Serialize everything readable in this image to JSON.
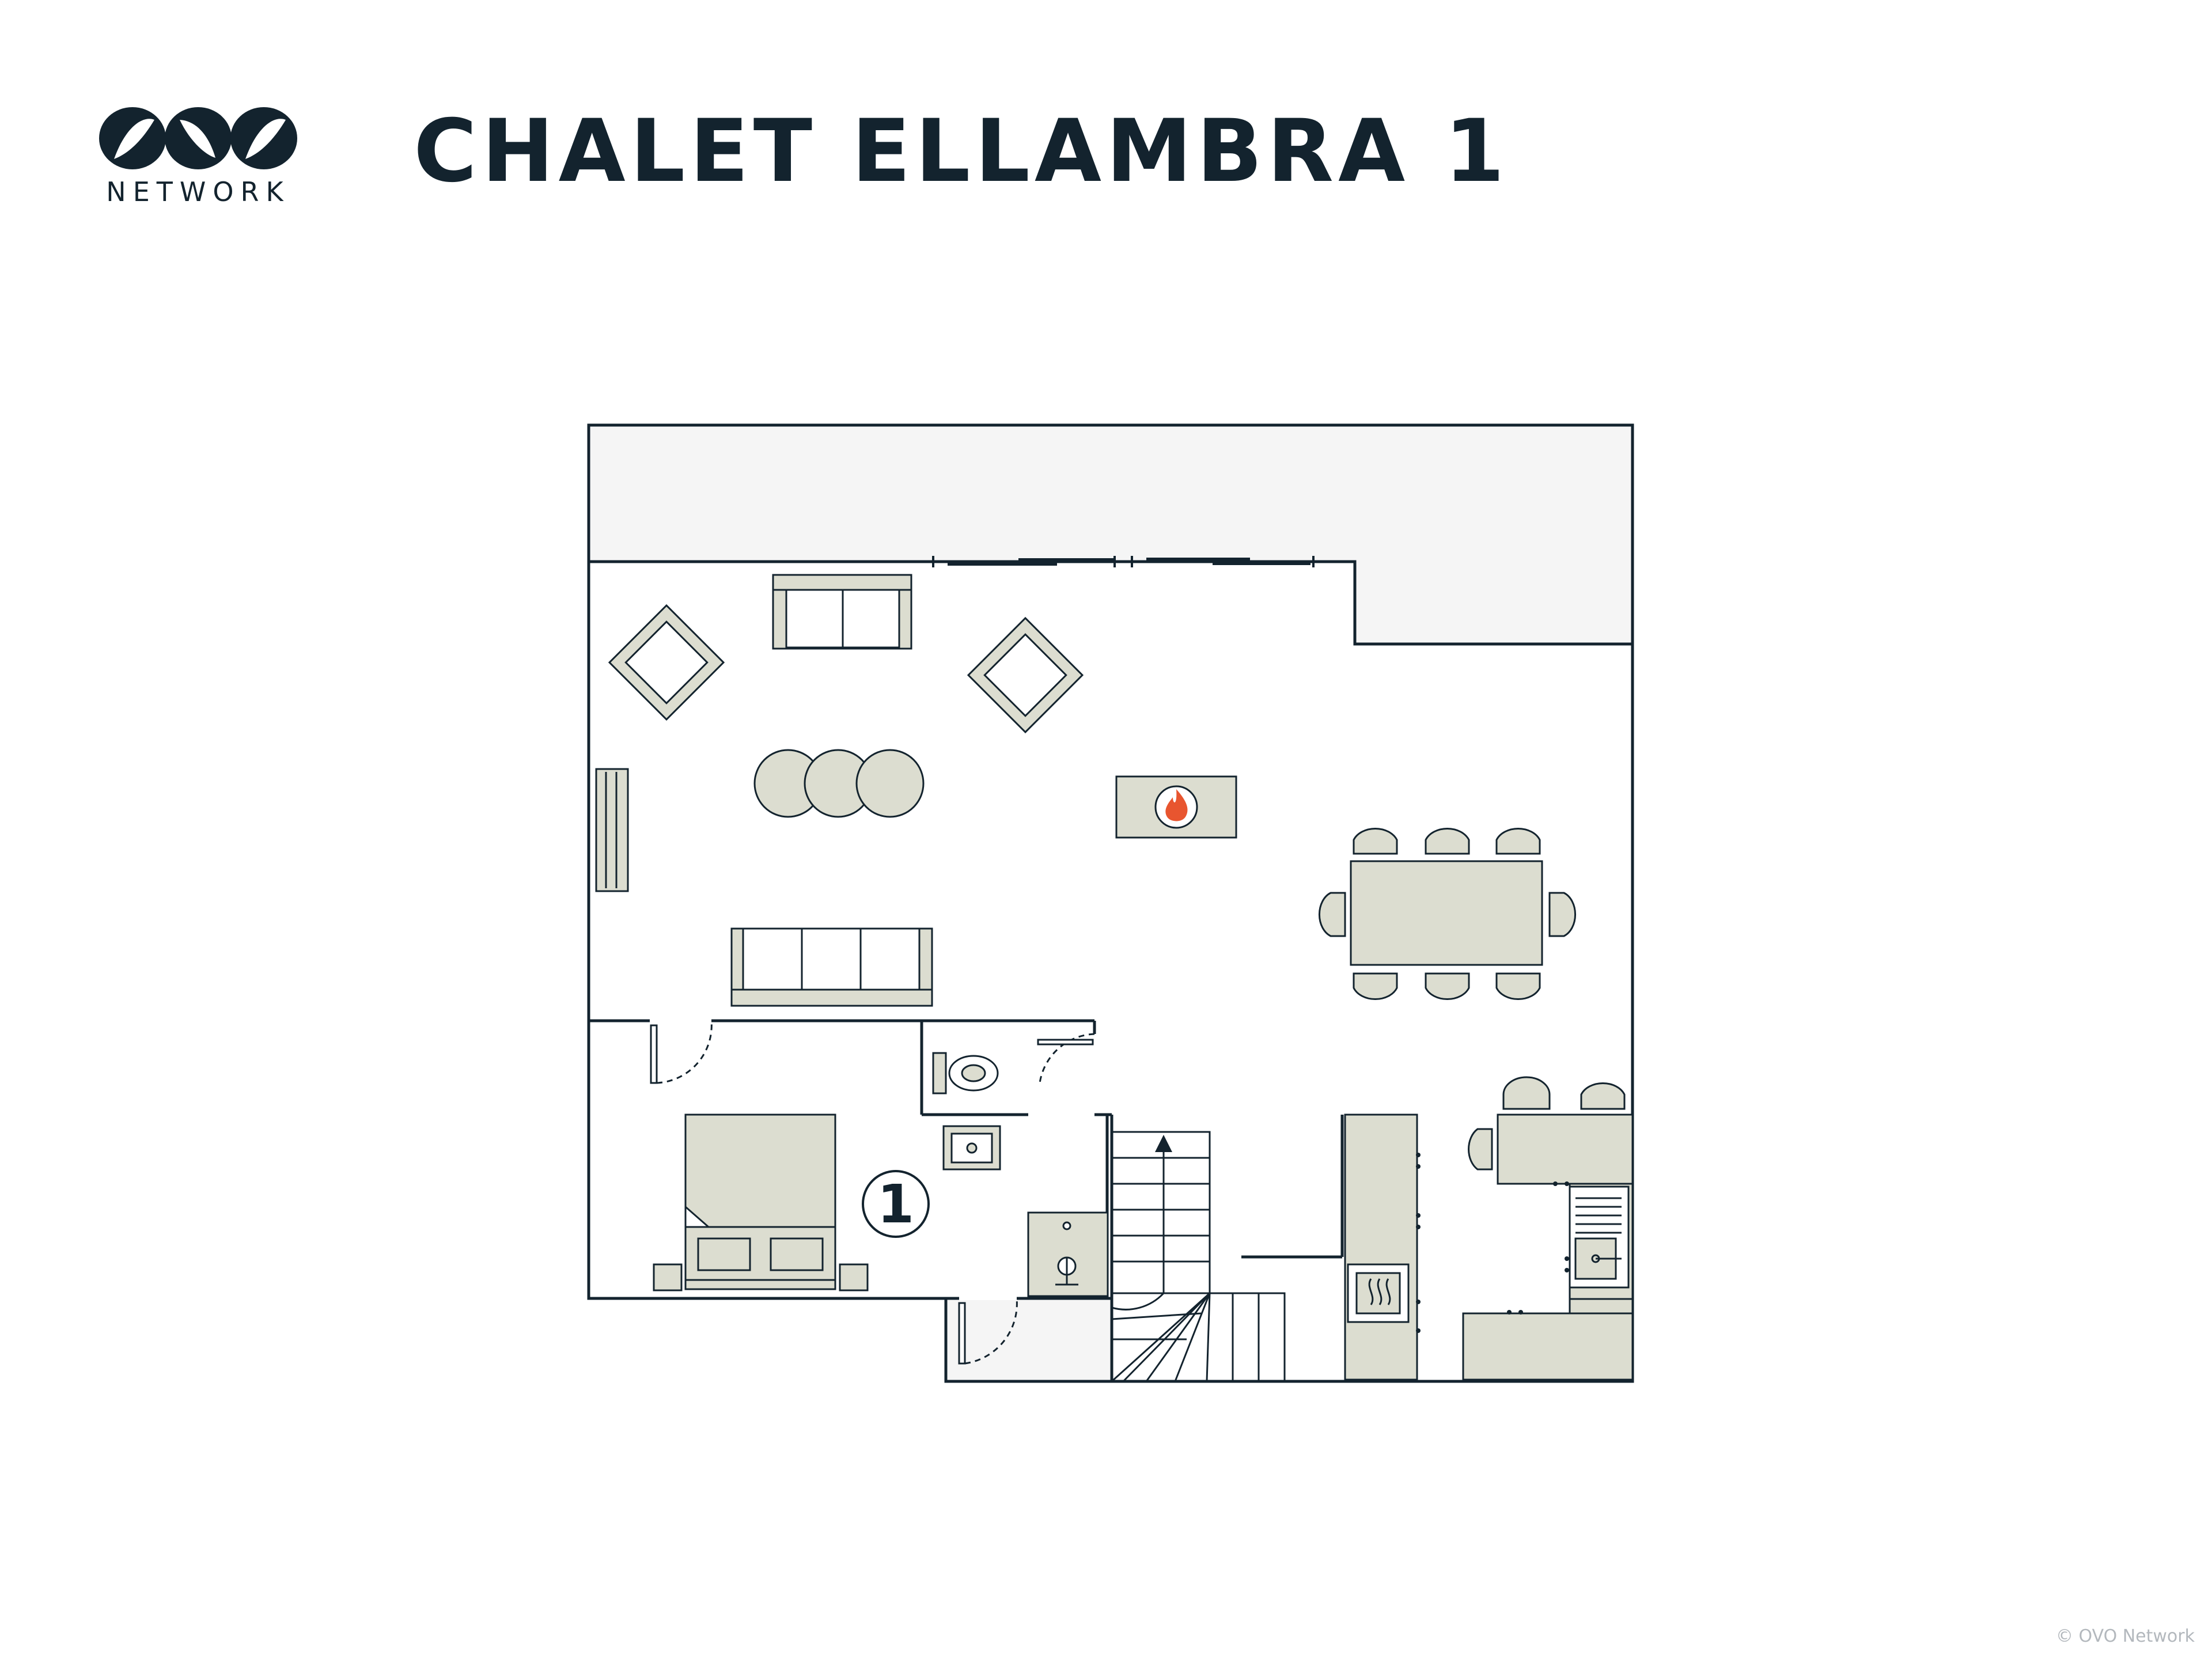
{
  "header": {
    "title": "CHALET ELLAMBRA 1",
    "logo_text": "NETWORK"
  },
  "plan": {
    "room_number": "1",
    "icons": [
      "fireplace-icon",
      "stairs-up-arrow-icon",
      "toilet-icon",
      "sink-icon",
      "microwave-icon"
    ]
  },
  "footer": {
    "copyright": "© OVO Network"
  },
  "colors": {
    "wall": "#13232e",
    "furniture": "#dcddd0",
    "terrace": "#f5f5f5",
    "fire": "#e8552f"
  }
}
